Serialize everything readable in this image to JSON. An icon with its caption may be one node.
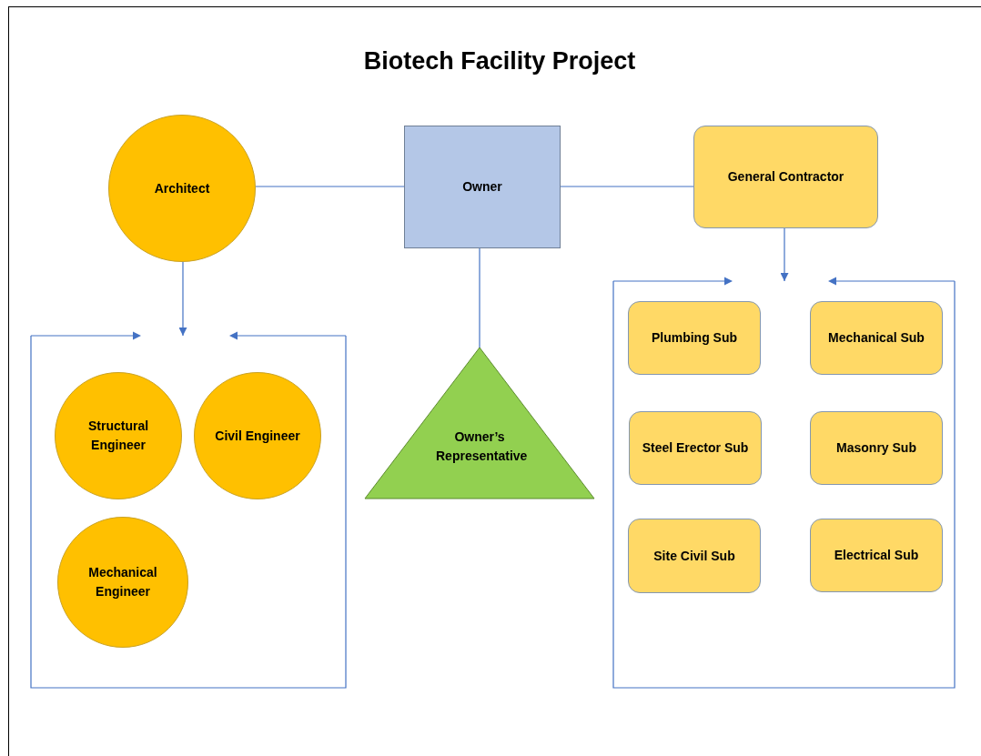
{
  "diagram": {
    "title": "Biotech Facility Project",
    "nodes": [
      {
        "text": [
          "Architect"
        ]
      },
      {
        "text": [
          "Owner"
        ]
      },
      {
        "text": [
          "General Contractor"
        ]
      },
      {
        "text": [],
        "shape": "box"
      },
      {
        "text": [
          "Structural Engineer"
        ],
        "in": 3
      },
      {
        "text": [
          "Civil Engineer"
        ],
        "in": 3
      },
      {
        "text": [
          "Mechanical Engineer"
        ],
        "in": 3
      },
      {
        "text": [
          "Owner’s Representative"
        ]
      },
      {
        "text": [],
        "shape": "box"
      },
      {
        "text": [
          "Plumbing Sub"
        ],
        "in": 8
      },
      {
        "text": [
          "Mechanical Sub"
        ],
        "in": 8
      },
      {
        "text": [
          "Steel Erector Sub"
        ],
        "in": 8
      },
      {
        "text": [
          "Masonry Sub"
        ],
        "in": 8
      },
      {
        "text": [
          "Site Civil Sub"
        ],
        "in": 8
      },
      {
        "text": [
          "Electrical Sub"
        ],
        "in": 8
      }
    ],
    "edges": [
      {
        "from": 1,
        "to": 0,
        "arrow": "none"
      },
      {
        "from": 1,
        "to": 2,
        "arrow": "none"
      },
      {
        "from": 1,
        "to": 7,
        "arrow": "none"
      },
      {
        "from": 0,
        "to": 3,
        "arrow": "to"
      },
      {
        "from": 2,
        "to": 8,
        "arrow": "to"
      }
    ]
  }
}
